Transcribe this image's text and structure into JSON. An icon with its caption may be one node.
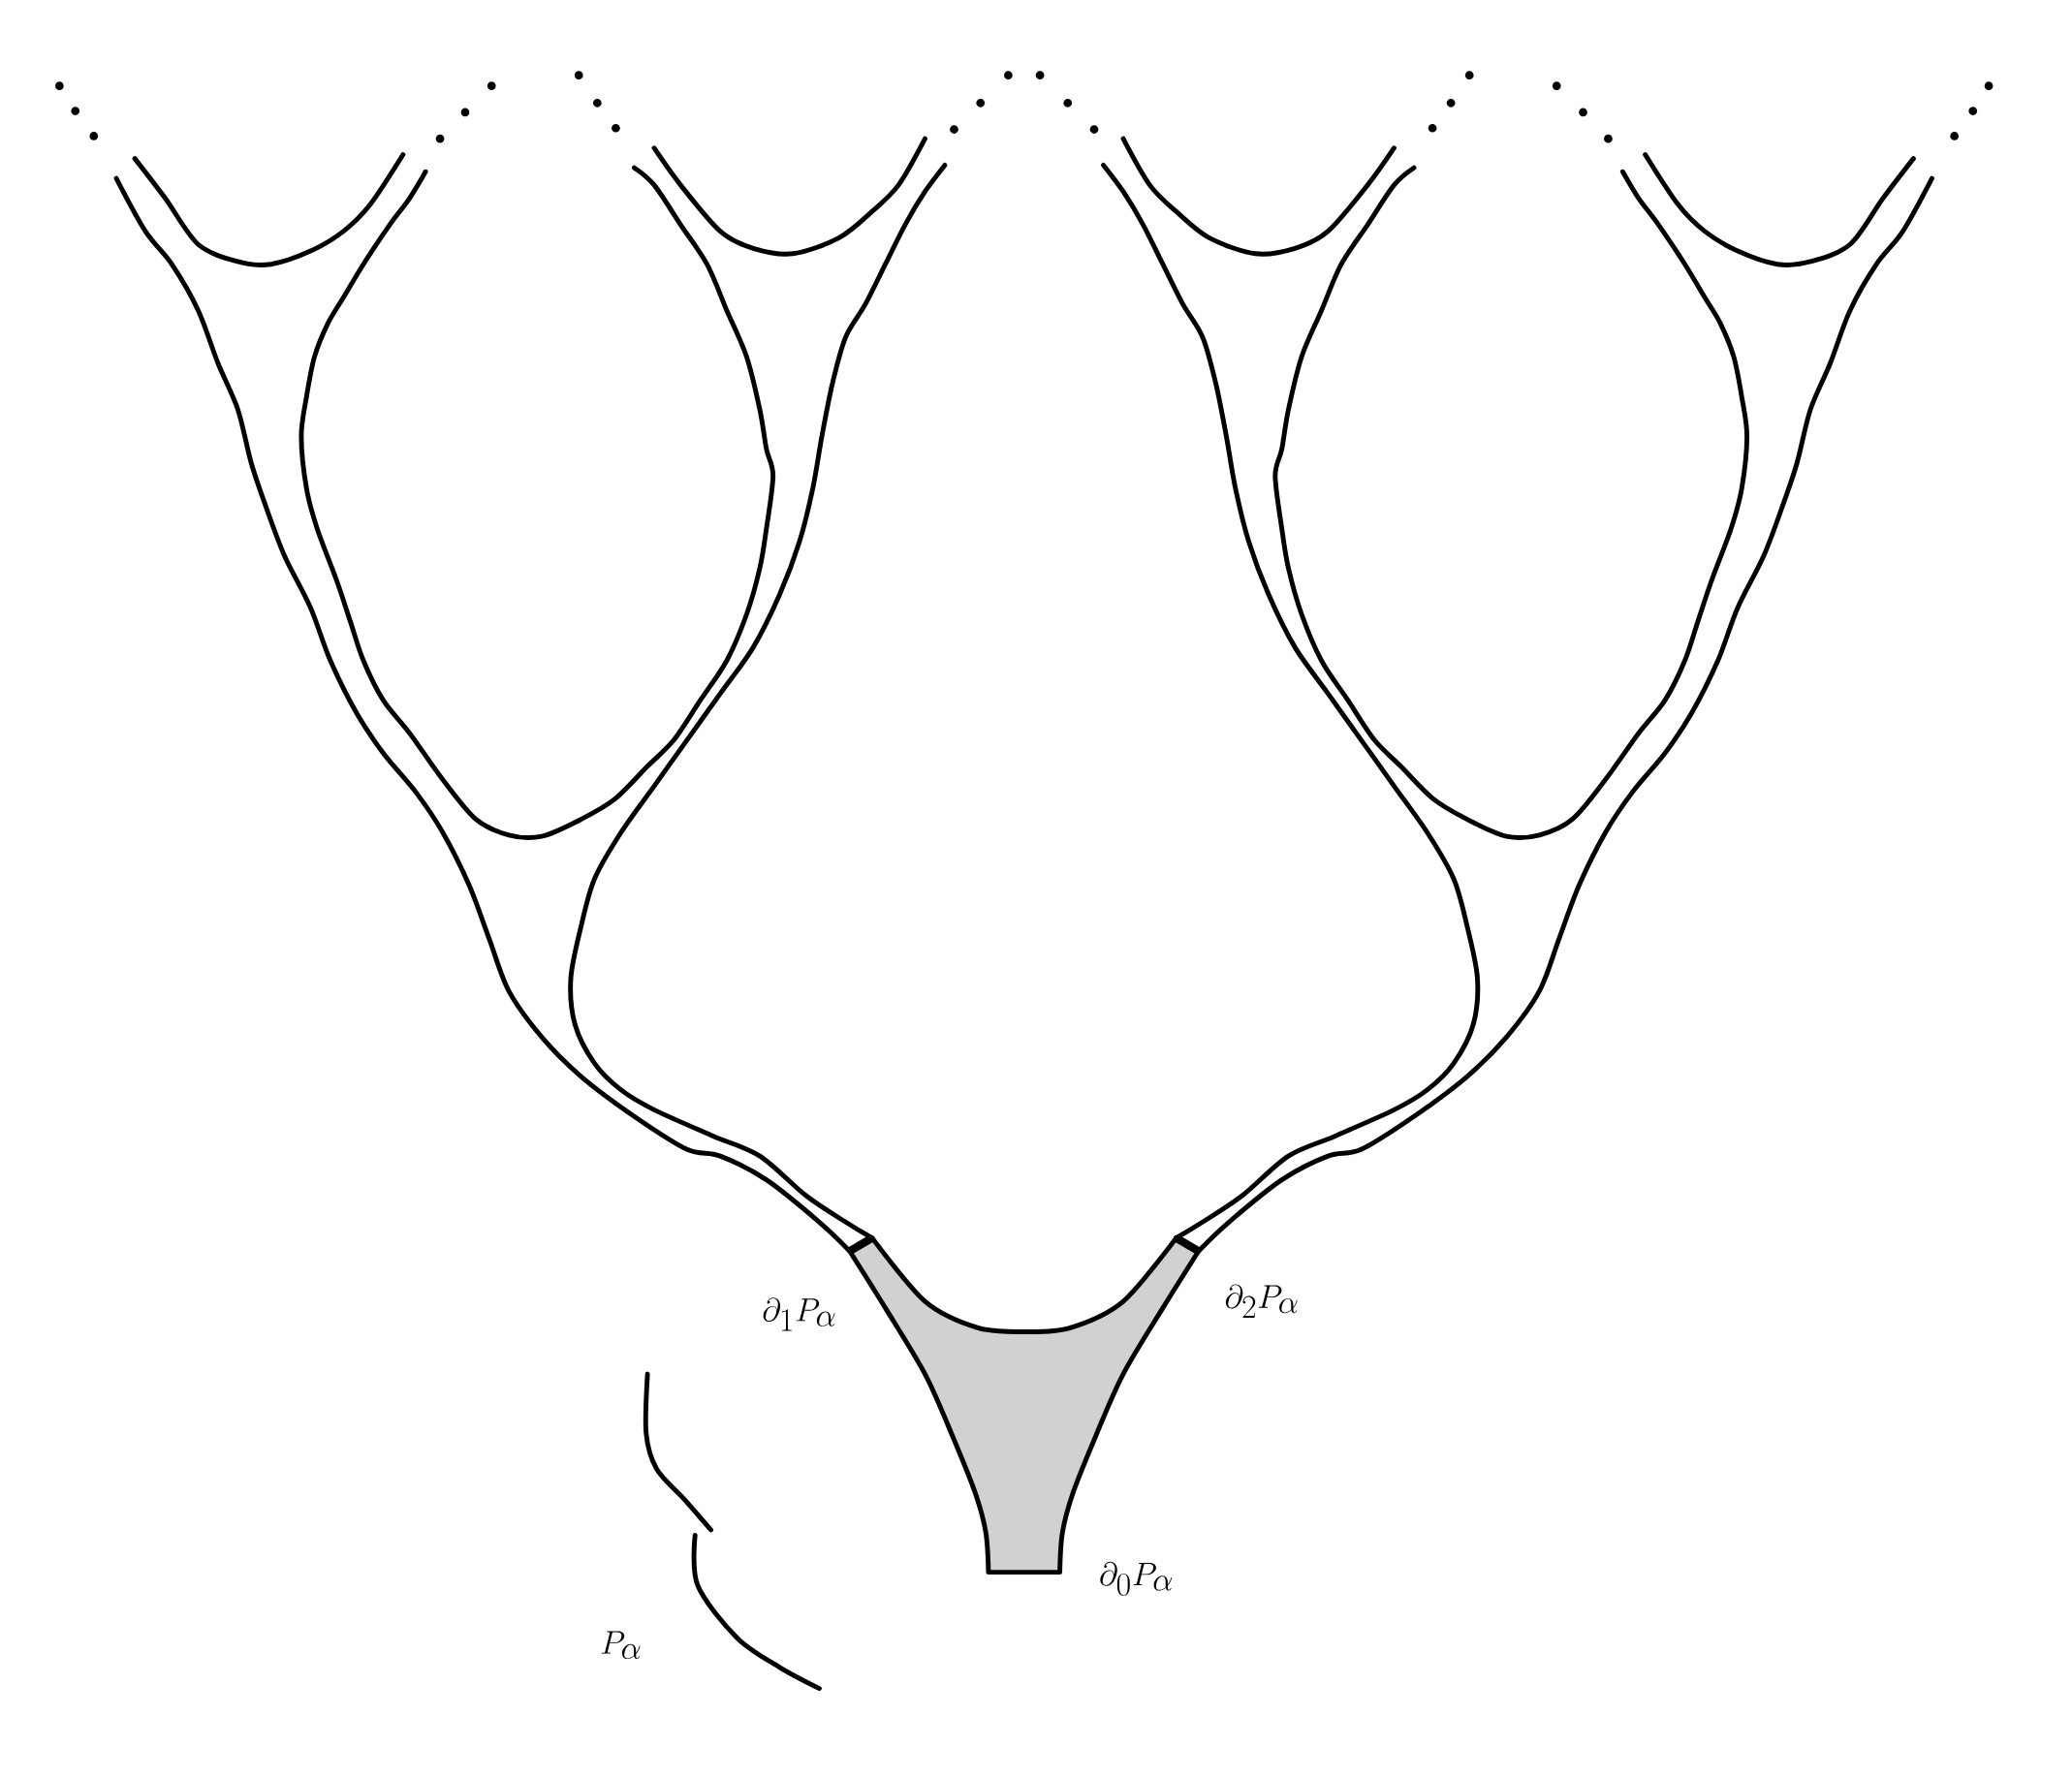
{
  "diagram": {
    "labels": [
      "\\partial_1 P_\\alpha",
      "\\partial_2 P_\\alpha",
      "\\partial_0 P_\\alpha",
      "P_\\alpha"
    ]
  }
}
